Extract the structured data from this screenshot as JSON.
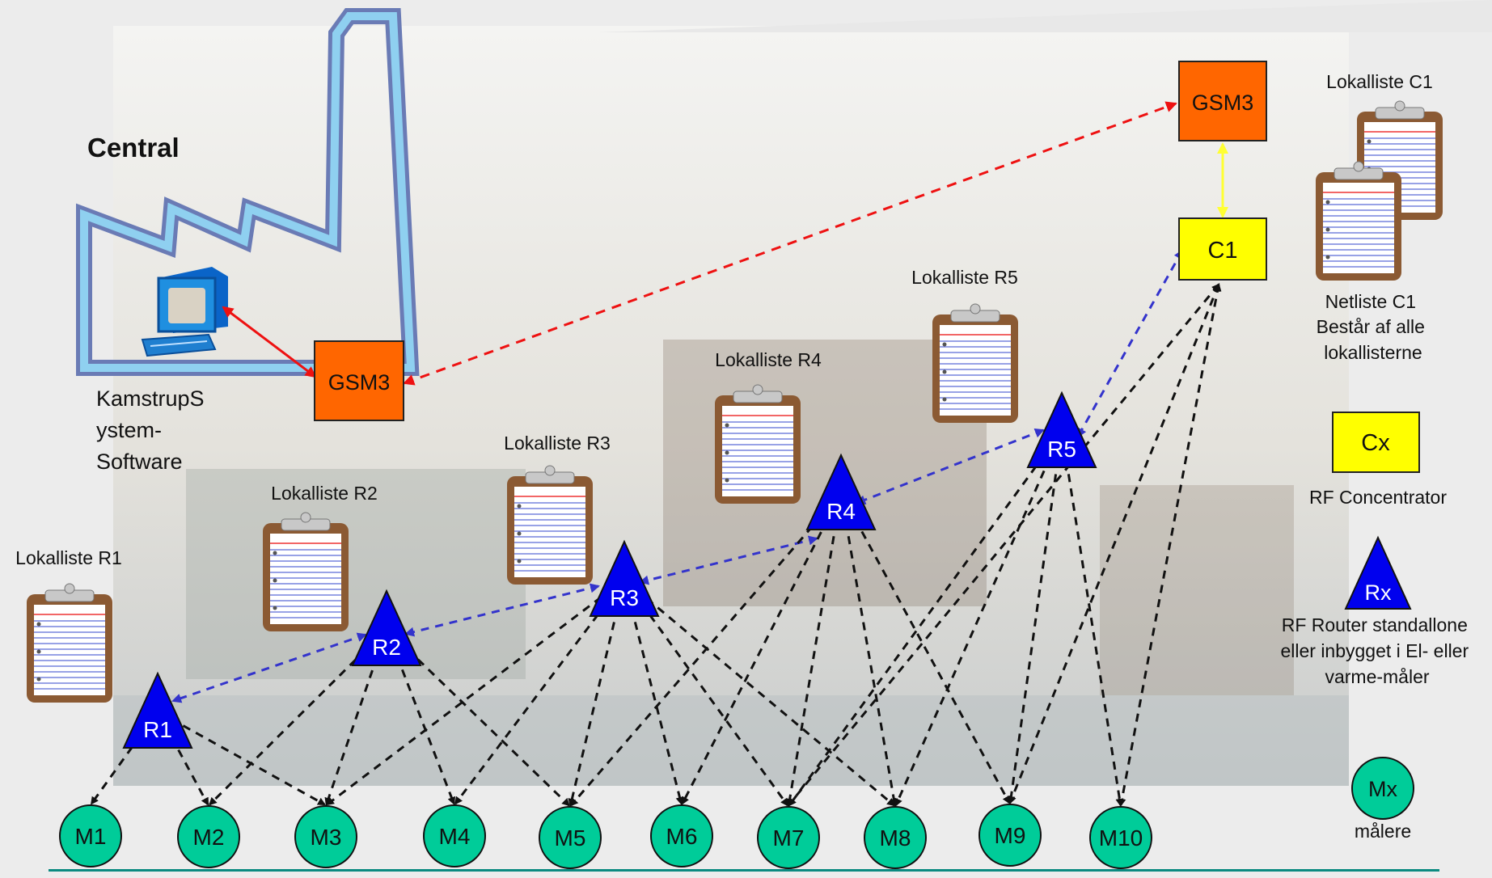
{
  "central": {
    "title": "Central",
    "software_label": [
      "KamstrupS",
      "ystem-",
      "Software"
    ],
    "gsm_label": "GSM3"
  },
  "concentrator": {
    "gsm_label": "GSM3",
    "label": "C1",
    "list_title": "Lokalliste C1",
    "netlist": [
      "Netliste C1",
      "Består af alle",
      "lokallisterne"
    ]
  },
  "routers": [
    {
      "id": "r1",
      "label": "R1",
      "list": "Lokalliste R1"
    },
    {
      "id": "r2",
      "label": "R2",
      "list": "Lokalliste R2"
    },
    {
      "id": "r3",
      "label": "R3",
      "list": "Lokalliste R3"
    },
    {
      "id": "r4",
      "label": "R4",
      "list": "Lokalliste R4"
    },
    {
      "id": "r5",
      "label": "R5",
      "list": "Lokalliste R5"
    }
  ],
  "meters": [
    "M1",
    "M2",
    "M3",
    "M4",
    "M5",
    "M6",
    "M7",
    "M8",
    "M9",
    "M10"
  ],
  "legend": {
    "concentrator_symbol": "Cx",
    "concentrator_text": "RF Concentrator",
    "router_symbol": "Rx",
    "router_text": [
      "RF Router standallone",
      "eller inbygget i El- eller",
      "varme-måler"
    ],
    "meter_symbol": "Mx",
    "meter_text": "målere"
  },
  "colors": {
    "gsm": "#ff6600",
    "concentrator": "#ffff00",
    "router": "#0000ee",
    "meter": "#00cc99",
    "gsm_link": "#ee1111",
    "rf_link": "#3333cc",
    "meter_link": "#111111",
    "concentrator_link": "#ffff33",
    "factory_outline": "#6a7bb5",
    "factory_fill": "#8fd0f0"
  }
}
